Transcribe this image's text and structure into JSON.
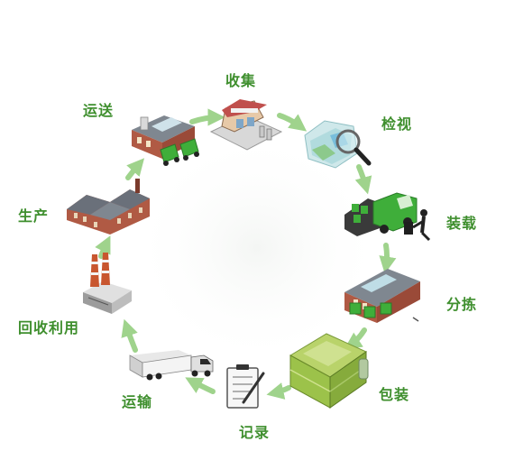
{
  "diagram": {
    "steps": [
      {
        "id": "collect",
        "label": "收集",
        "icon": "collection-station-icon"
      },
      {
        "id": "inspect",
        "label": "检视",
        "icon": "magnifier-bag-icon"
      },
      {
        "id": "load",
        "label": "装载",
        "icon": "truck-loading-icon"
      },
      {
        "id": "sort",
        "label": "分拣",
        "icon": "sorting-warehouse-icon"
      },
      {
        "id": "pack",
        "label": "包装",
        "icon": "wrapped-pallet-icon"
      },
      {
        "id": "record",
        "label": "记录",
        "icon": "clipboard-pen-icon"
      },
      {
        "id": "ship",
        "label": "运输",
        "icon": "semi-truck-icon"
      },
      {
        "id": "recycle",
        "label": "回收利用",
        "icon": "power-plant-icon"
      },
      {
        "id": "produce",
        "label": "生产",
        "icon": "factory-icon"
      },
      {
        "id": "deliver",
        "label": "运送",
        "icon": "delivery-depot-icon"
      }
    ],
    "colors": {
      "label": "#3f8f2e",
      "arrow": "#9fd38c",
      "bin_green": "#3fae3a",
      "brick": "#9a4a38",
      "roof": "#6a707a"
    }
  }
}
